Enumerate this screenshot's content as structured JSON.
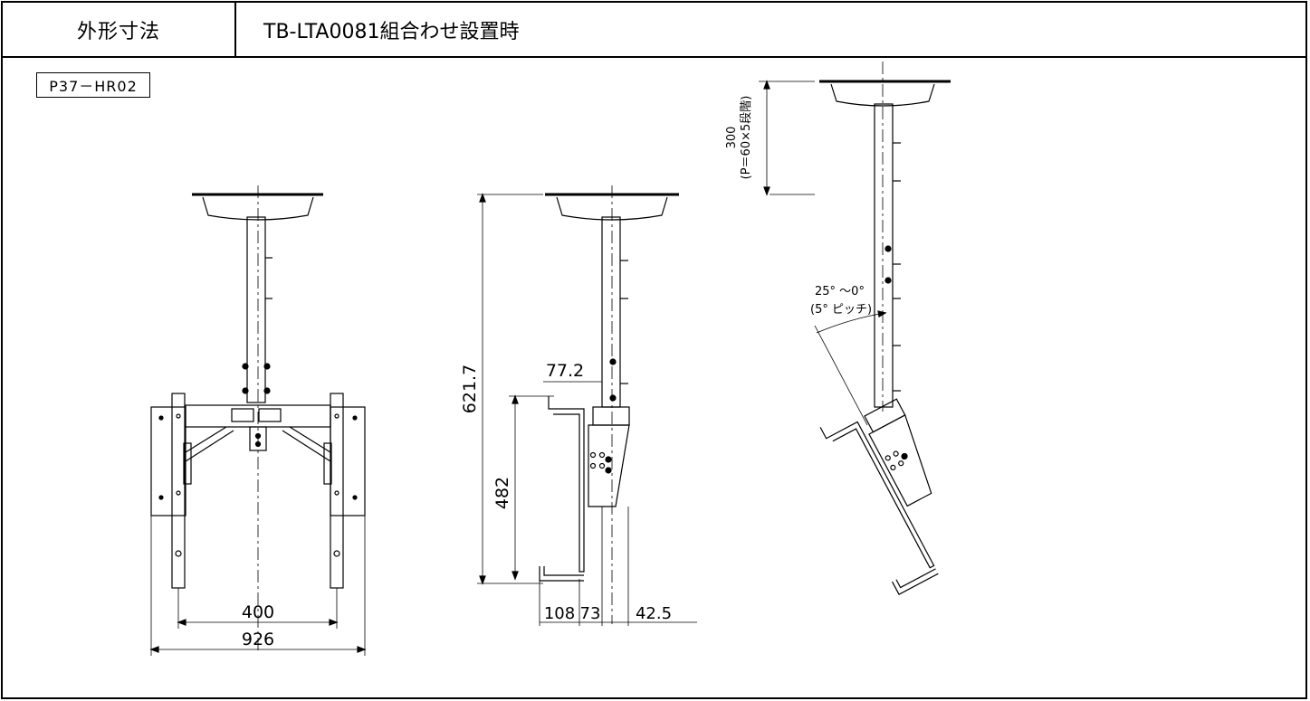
{
  "header": {
    "label": "外形寸法",
    "title": "TB-LTA0081組合わせ設置時"
  },
  "model_code": "P37－HR02",
  "dimensions": {
    "front_inner_width": "400",
    "front_outer_width": "926",
    "side_total_height": "621.7",
    "side_arm_height": "482",
    "side_offset_top": "77.2",
    "side_offset_a": "108",
    "side_offset_b": "73",
    "side_offset_c": "42.5",
    "height_range_main": "300",
    "height_range_sub": "(P＝60×5段階)",
    "tilt_range": "25° ～0°",
    "tilt_pitch": "(5° ピッチ)"
  }
}
